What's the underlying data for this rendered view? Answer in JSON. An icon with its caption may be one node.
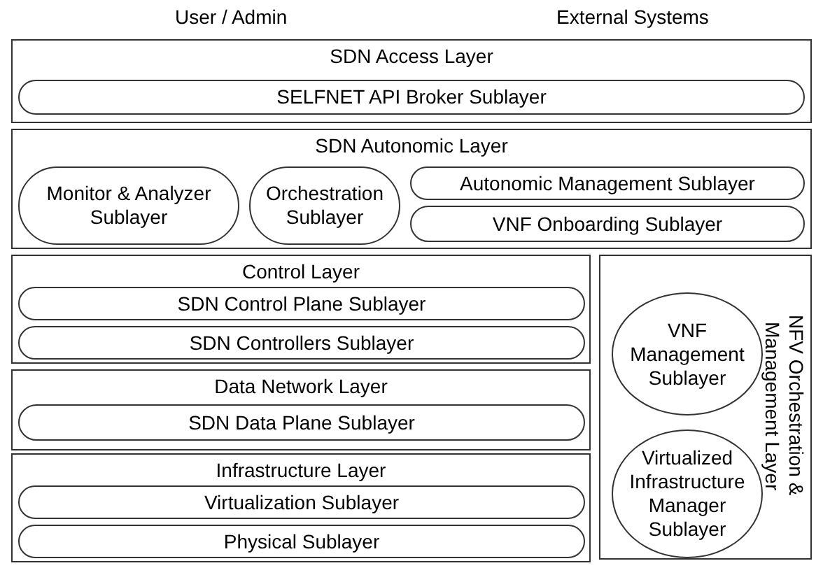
{
  "diagram": {
    "nodes": [
      {
        "text": [
          "SDN Access Layer"
        ]
      },
      {
        "text": [
          "SELFNET API Broker Sublayer"
        ],
        "in": 0
      },
      {
        "text": [
          "SDN Autonomic Layer"
        ]
      },
      {
        "text": [
          "Monitor & Analyzer Sublayer"
        ],
        "in": 2
      },
      {
        "text": [
          "Orchestration Sublayer"
        ],
        "in": 2
      },
      {
        "text": [
          "Autonomic Management Sublayer"
        ],
        "in": 2
      },
      {
        "text": [
          "VNF Onboarding Sublayer"
        ],
        "in": 2
      },
      {
        "text": [
          "Control Layer"
        ]
      },
      {
        "text": [
          "SDN Control Plane Sublayer"
        ],
        "in": 7
      },
      {
        "text": [
          "SDN Controllers Sublayer"
        ],
        "in": 7
      },
      {
        "text": [
          "NFV Orchestration & Management Layer"
        ]
      },
      {
        "text": [
          "VNF Management Sublayer"
        ],
        "in": 10
      },
      {
        "text": [
          "Virtualized Infrastructure Manager Sublayer"
        ],
        "in": 10
      },
      {
        "text": [
          "Data Network Layer"
        ]
      },
      {
        "text": [
          "SDN Data Plane Sublayer"
        ],
        "in": 13
      },
      {
        "text": [
          "Infrastructure Layer"
        ]
      },
      {
        "text": [
          "Virtualization Sublayer"
        ],
        "in": 15
      },
      {
        "text": [
          "Physical Sublayer"
        ],
        "in": 15
      }
    ],
    "labels": [
      "User / Admin",
      "External Systems"
    ]
  }
}
